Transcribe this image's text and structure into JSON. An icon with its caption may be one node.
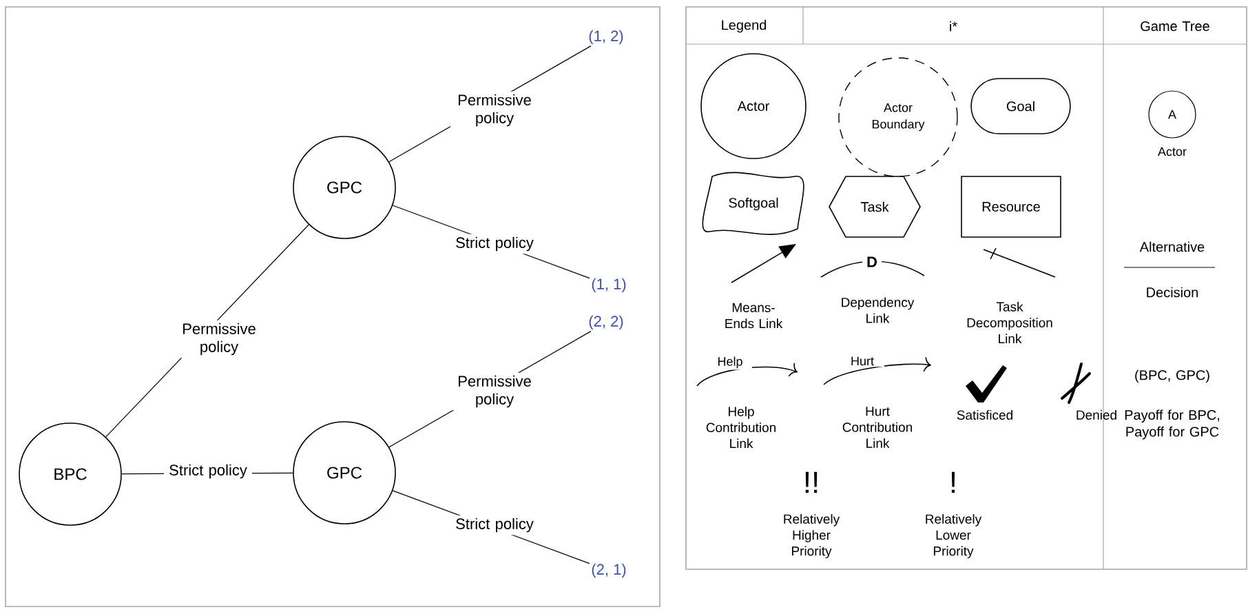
{
  "diagram": {
    "nodes": [
      {
        "text": [
          "BPC"
        ]
      },
      {
        "text": [
          "GPC"
        ]
      },
      {
        "text": [
          "GPC"
        ]
      },
      {
        "text": [
          "(1, 2)"
        ]
      },
      {
        "text": [
          "(1, 1)"
        ]
      },
      {
        "text": [
          "(2, 2)"
        ]
      },
      {
        "text": [
          "(2, 1)"
        ]
      },
      {
        "text": [
          "Actor"
        ]
      },
      {
        "text": [
          "Actor Boundary"
        ]
      },
      {
        "text": [
          "Goal"
        ]
      },
      {
        "text": [
          "Softgoal"
        ]
      },
      {
        "text": [
          "Task"
        ]
      },
      {
        "text": [
          "Resource"
        ]
      },
      {
        "text": [
          "A"
        ],
        "beside": [
          "Actor"
        ]
      }
    ],
    "edges": [
      {
        "from": 0,
        "to": 1,
        "arrow": "none",
        "label": "Permissive policy"
      },
      {
        "from": 0,
        "to": 2,
        "arrow": "none",
        "label": "Strict policy"
      },
      {
        "from": 1,
        "to": 3,
        "arrow": "none",
        "label": "Permissive policy"
      },
      {
        "from": 1,
        "to": 4,
        "arrow": "none",
        "label": "Strict policy"
      },
      {
        "from": 2,
        "to": 5,
        "arrow": "none",
        "label": "Permissive policy"
      },
      {
        "from": 2,
        "to": 6,
        "arrow": "none",
        "label": "Strict policy"
      }
    ],
    "labels": [
      "Legend",
      "i*",
      "Game Tree",
      "D",
      "Alternative",
      "Decision",
      "Means-Ends Link",
      "Dependency Link",
      "Task Decomposition Link",
      "Help",
      "Hurt",
      "(BPC, GPC)",
      "Help Contribution Link",
      "Hurt Contribution Link",
      "Satisficed",
      "Denied",
      "Payoff for BPC, Payoff for GPC",
      "!!",
      "!",
      "Relatively Higher Priority",
      "Relatively Lower Priority"
    ]
  }
}
